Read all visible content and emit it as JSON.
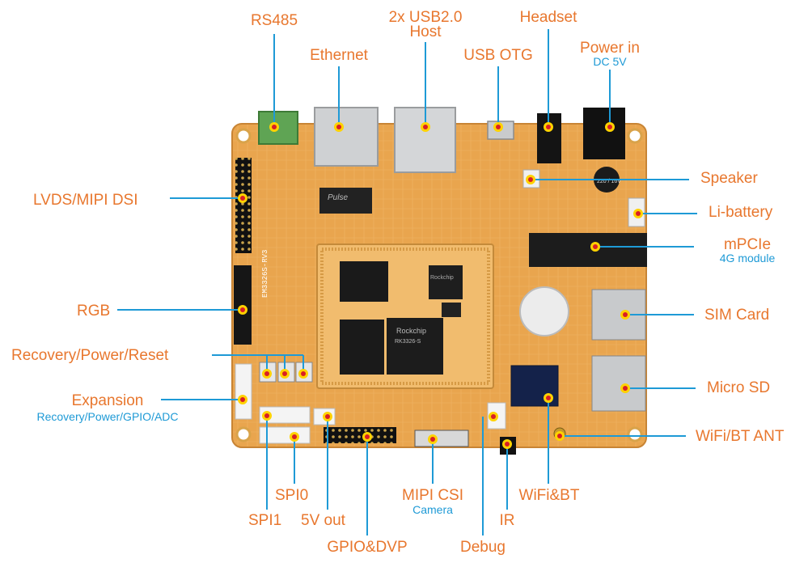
{
  "labels": {
    "rs485": "RS485",
    "ethernet": "Ethernet",
    "usb_host_1": "2x USB2.0",
    "usb_host_2": "Host",
    "usb_otg": "USB OTG",
    "headset": "Headset",
    "power_in": "Power in",
    "power_in_sub": "DC 5V",
    "speaker": "Speaker",
    "li_battery": "Li-battery",
    "mpcie": "mPCIe",
    "mpcie_sub": "4G module",
    "sim_card": "SIM Card",
    "micro_sd": "Micro SD",
    "wifi_bt_ant": "WiFi/BT ANT",
    "lvds_mipi_dsi": "LVDS/MIPI DSI",
    "rgb": "RGB",
    "recovery_power_reset": "Recovery/Power/Reset",
    "expansion": "Expansion",
    "expansion_sub": "Recovery/Power/GPIO/ADC",
    "spi0": "SPI0",
    "spi1": "SPI1",
    "five_v_out": "5V out",
    "gpio_dvp": "GPIO&DVP",
    "mipi_csi": "MIPI CSI",
    "mipi_csi_sub": "Camera",
    "debug": "Debug",
    "ir": "IR",
    "wifi_bt": "WiFi&BT"
  },
  "chip_text": {
    "pulse": "Pulse",
    "rockchip_1": "Rockchip",
    "rockchip_2": "Rockchip",
    "soc_model": "RK3326-S",
    "board_id": "EM3326S-RV3",
    "battery_cap": "220 / 16V"
  },
  "colors": {
    "label": "#e8772e",
    "sublabel": "#1e9ad6",
    "leader": "#1e9ad6",
    "board": "#e9a54e",
    "marker_ring": "#ffd200",
    "marker_dot": "#d81f26"
  }
}
